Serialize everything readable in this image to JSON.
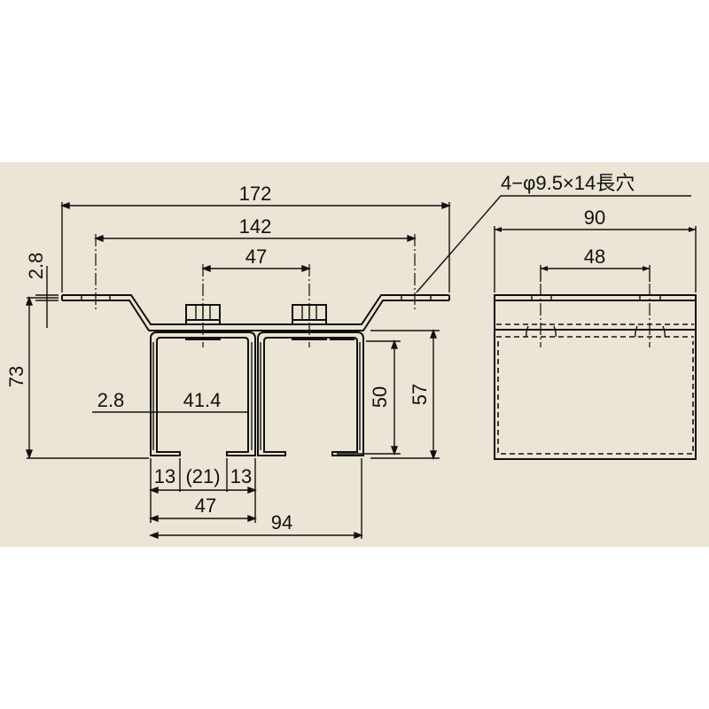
{
  "colors": {
    "background_band": "#ece4d4",
    "line": "#111111"
  },
  "front_view": {
    "dims": {
      "overall_width": "172",
      "hole_pitch_outer": "142",
      "bolt_pitch": "47",
      "plate_thickness": "2.8",
      "overall_height": "73",
      "channel_thickness": "2.8",
      "channel_inner_width": "41.4",
      "lip_left": "13",
      "slot_gap": "(21)",
      "lip_right": "13",
      "channel_width": "47",
      "total_channel_width": "94",
      "inner_height": "50",
      "channel_height": "57"
    }
  },
  "callout": {
    "hole_note": "4−φ9.5×14長穴"
  },
  "side_view": {
    "dims": {
      "depth": "90",
      "hole_pitch": "48"
    }
  }
}
